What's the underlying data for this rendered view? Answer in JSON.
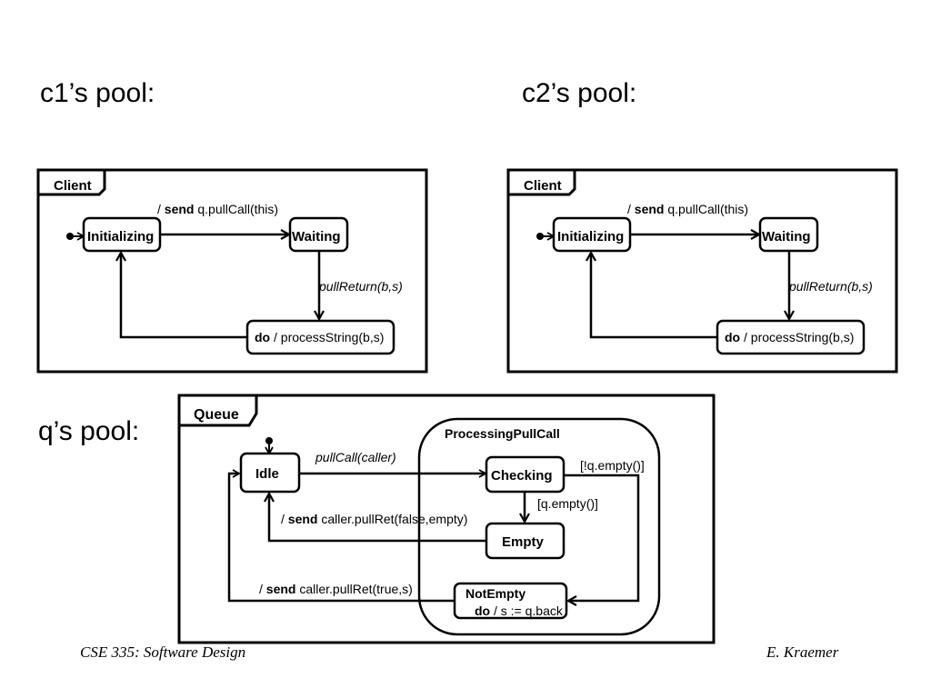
{
  "headings": {
    "c1": "c1’s pool:",
    "c2": "c2’s pool:",
    "q": "q’s pool:"
  },
  "footer": {
    "left": "CSE 335: Software Design",
    "right": "E. Kraemer"
  },
  "client_diagram": {
    "frame_title": "Client",
    "states": {
      "initializing": "Initializing",
      "waiting": "Waiting",
      "process": {
        "keyword": "do",
        "action": " / processString(b,s)"
      }
    },
    "transitions": {
      "init_to_wait": {
        "prefix": "/ ",
        "keyword": "send",
        "action": " q.pullCall(this)"
      },
      "wait_to_process": "pullReturn(b,s)"
    }
  },
  "queue_diagram": {
    "frame_title": "Queue",
    "states": {
      "idle": "Idle",
      "composite": "ProcessingPullCall",
      "checking": "Checking",
      "empty": "Empty",
      "notempty": {
        "name": "NotEmpty",
        "keyword": "do",
        "action": " / s := q.back"
      }
    },
    "transitions": {
      "idle_to_checking": "pullCall(caller)",
      "checking_to_notempty": "[!q.empty()]",
      "checking_to_empty": "[q.empty()]",
      "empty_to_idle": {
        "prefix": "/ ",
        "keyword": "send",
        "action": " caller.pullRet(false,empty)"
      },
      "notempty_to_idle": {
        "prefix": "/ ",
        "keyword": "send",
        "action": " caller.pullRet(true,s)"
      }
    }
  }
}
